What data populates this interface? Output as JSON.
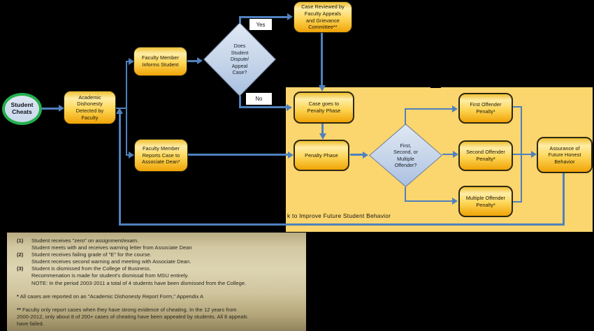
{
  "colors": {
    "accent": "#4f81bd",
    "region": "#fbd56d",
    "node_top": "#ffeda6",
    "node_bottom": "#f0a306",
    "node_border": "#2e2811",
    "diamond_light": "#dfe8f4",
    "diamond_dark": "#a9c0e2",
    "start_fill": "#c9d8ec",
    "start_border": "#23b04c",
    "label_bg": "#ffffff",
    "notes_light": "#ddd4b2",
    "notes_dark": "#8f825c"
  },
  "flow": {
    "start": "Student\nCheats",
    "detect": "Academic\nDishonesty\nDetected by\nFaculty",
    "inform": "Faculty Member\nInforms Student",
    "dispute": "Does\nStudent\nDispute/\nAppeal\nCase?",
    "review": "Case Reviewed by\nFaculty Appeals\nand Grievance\nCommittee**",
    "case_goes": "Case goes to\nPenalty Phase",
    "report": "Faculty Member\nReports Case to\nAssociate Dean*",
    "penalty": "Penalty Phase",
    "offender": "First,\nSecond, or\nMultiple\nOffender?",
    "first": "First Offender\nPenalty¹",
    "second": "Second Offender\nPenalty²",
    "multiple": "Multiple Offender\nPenalty³",
    "assurance": "Assurance of\nFuture Honest\nBehavior",
    "yes_label": "Yes",
    "no_label": "No",
    "feedback_caption": "k to Improve Future Student Behavior"
  },
  "notes": {
    "items": [
      {
        "num": "(1)",
        "text": "Student receives \"zero\" on assignment/exam.\nStudent meets with and receives warning letter from Associate Dean"
      },
      {
        "num": "(2)",
        "text": "Student receives failing grade of \"E\" for the course.\nStudent receives second warning and meeting with Associate Dean."
      },
      {
        "num": "(3)",
        "text": "Student is dismissed from the College of Business.\nRecommenation is made for student's dismissal from MSU entirely.\nNOTE: In the period 2003-2011 a total of 4 students have been dismissed from the College."
      }
    ],
    "star_marker": "*",
    "star_text": "All cases are reported on an \"Academic Dishonesty Report Form,\" Appendix A",
    "dstar_marker": "**",
    "dstar_text": "Faculty only report cases when they have strong evidence of cheating. In the 12 years from\n2000-2012, only about 8 of 200+ cases of cheating have been appealed by students.  All 8 appeals\nhave failed."
  }
}
